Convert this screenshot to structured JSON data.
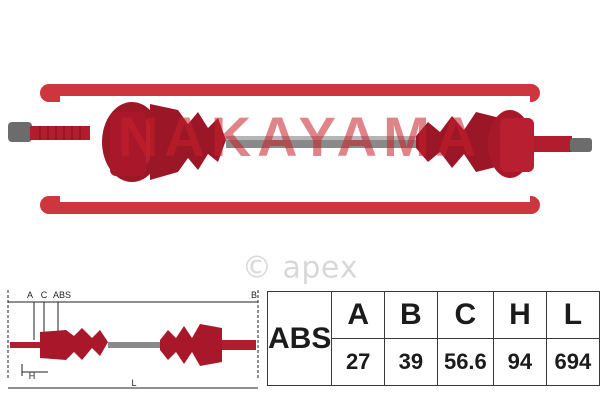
{
  "brand": {
    "logo_text": "NAKAYAMA",
    "logo_color": "#c8202a"
  },
  "watermark": "© арех",
  "colors": {
    "part_red": "#a8182a",
    "shaft_steel": "#8a8a8a",
    "table_line": "#3a3a3a"
  },
  "diagram_labels": {
    "a": "A",
    "c": "C",
    "abs": "ABS",
    "b": "B",
    "h": "H",
    "l": "L"
  },
  "dimensions": {
    "abs_label": "ABS",
    "columns": [
      {
        "header": "A",
        "value": "27"
      },
      {
        "header": "B",
        "value": "39"
      },
      {
        "header": "C",
        "value": "56.6"
      },
      {
        "header": "H",
        "value": "94"
      },
      {
        "header": "L",
        "value": "694"
      }
    ]
  }
}
